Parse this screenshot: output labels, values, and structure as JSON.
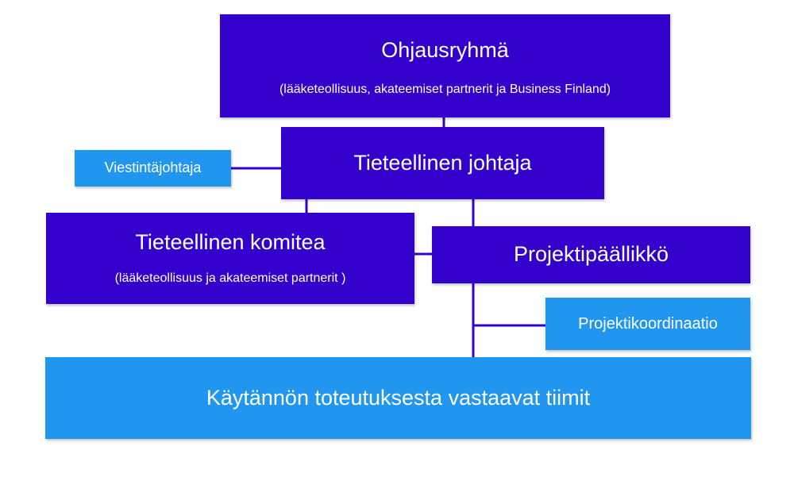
{
  "colors": {
    "primary": "#3300cc",
    "secondary": "#2196f0",
    "text": "#ffffff"
  },
  "nodes": {
    "steering": {
      "title": "Ohjausryhmä",
      "subtitle": "(lääketeollisuus, akateemiset partnerit ja Business Finland)"
    },
    "scientific_director": {
      "title": "Tieteellinen johtaja"
    },
    "communications": {
      "title": "Viestintäjohtaja"
    },
    "scientific_committee": {
      "title": "Tieteellinen komitea",
      "subtitle": "(lääketeollisuus ja akateemiset partnerit )"
    },
    "project_manager": {
      "title": "Projektipäällikkö"
    },
    "project_coordination": {
      "title": "Projektikoordinaatio"
    },
    "teams": {
      "title": "Käytännön toteutuksesta vastaavat tiimit"
    }
  }
}
